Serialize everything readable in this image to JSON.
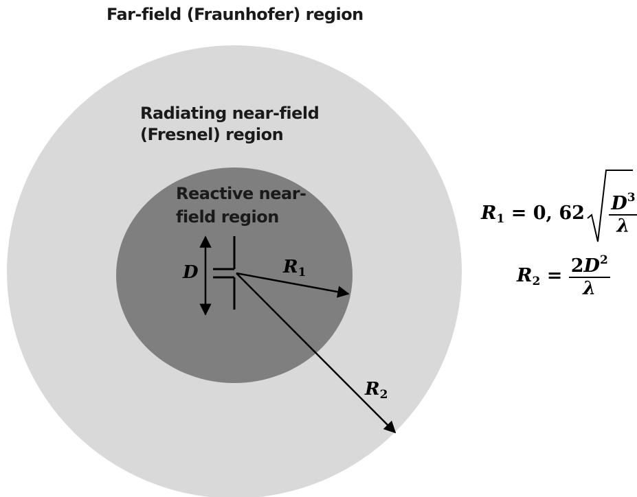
{
  "regions": {
    "far_field": "Far-field (Fraunhofer) region",
    "radiating_line1": "Radiating near-field",
    "radiating_line2": "(Fresnel) region",
    "reactive_line1": "Reactive near-",
    "reactive_line2": "field region"
  },
  "labels": {
    "d": "D",
    "r1_letter": "R",
    "r1_sub": "1",
    "r2_letter": "R",
    "r2_sub": "2"
  },
  "formula1": {
    "lhs_letter": "R",
    "lhs_sub": "1",
    "equals": "=",
    "coefficient": "0, 62",
    "num_letter": "D",
    "num_exp": "3",
    "den": "λ"
  },
  "formula2": {
    "lhs_letter": "R",
    "lhs_sub": "2",
    "equals": "=",
    "num_coef": "2",
    "num_letter": "D",
    "num_exp": "2",
    "den": "λ"
  },
  "colors": {
    "outer_region": "#d9d9d9",
    "inner_region": "#7f7f7f",
    "lines": "#000000"
  }
}
